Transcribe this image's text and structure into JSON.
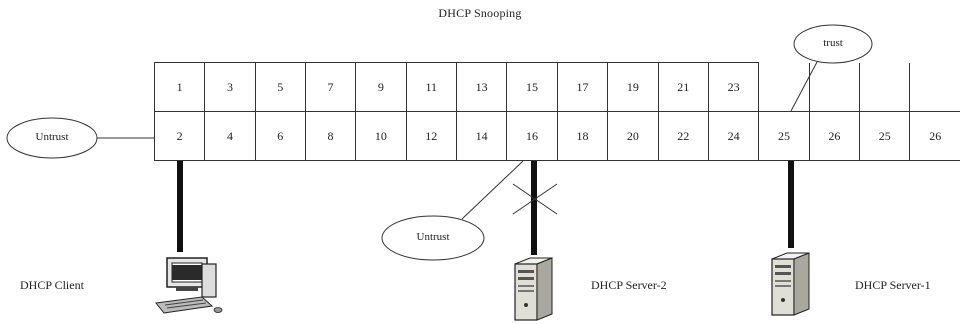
{
  "title": "DHCP Snooping",
  "ports_top": [
    "1",
    "3",
    "5",
    "7",
    "9",
    "11",
    "13",
    "15",
    "17",
    "19",
    "21",
    "23"
  ],
  "ports_bottom": [
    "2",
    "4",
    "6",
    "8",
    "10",
    "12",
    "14",
    "16",
    "18",
    "20",
    "22",
    "24",
    "25",
    "26",
    "25",
    "26"
  ],
  "labels": {
    "untrust_left": "Untrust",
    "untrust_mid": "Untrust",
    "trust": "trust",
    "client": "DHCP Client",
    "server2": "DHCP Server-2",
    "server1": "DHCP Server-1"
  },
  "icons": {
    "client": "desktop-computer-icon",
    "server2": "server-tower-icon",
    "server1": "server-tower-icon"
  }
}
